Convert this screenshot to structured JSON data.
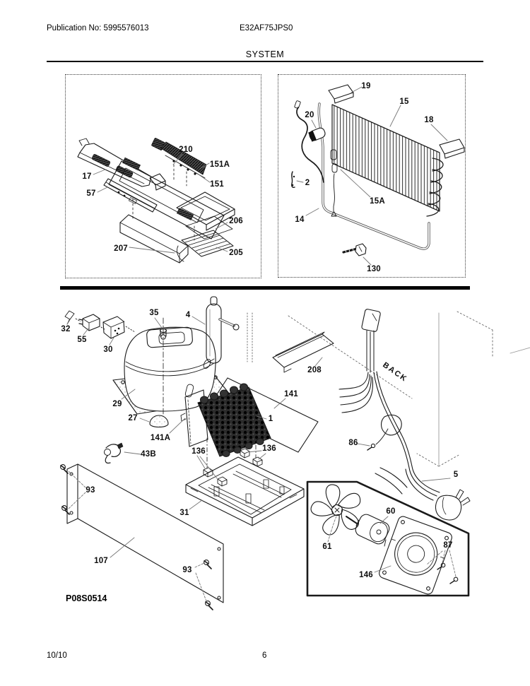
{
  "header": {
    "publication_no": "Publication No: 5995576013",
    "model_no": "E32AF75JPS0",
    "section_title": "SYSTEM"
  },
  "footer": {
    "revision": "10/10",
    "page_number": "6"
  },
  "diagram": {
    "id_code": "P08S0514",
    "back_label": "BACK",
    "panels": {
      "air_duct": {
        "title": "air duct / damper exploded view",
        "callouts": {
          "c17": "17",
          "c57": "57",
          "c151": "151",
          "c151A": "151A",
          "c205": "205",
          "c206": "206",
          "c207": "207",
          "c210": "210"
        }
      },
      "evaporator": {
        "title": "evaporator exploded view",
        "callouts": {
          "c2": "2",
          "c14": "14",
          "c15": "15",
          "c15A": "15A",
          "c18": "18",
          "c19": "19",
          "c20": "20",
          "c130": "130"
        }
      },
      "machine_compartment": {
        "title": "machine compartment exploded view",
        "callouts": {
          "c1": "1",
          "c4": "4",
          "c5": "5",
          "c27": "27",
          "c29": "29",
          "c30": "30",
          "c31": "31",
          "c32": "32",
          "c35": "35",
          "c43B": "43B",
          "c55": "55",
          "c86": "86",
          "c93": "93",
          "c107": "107",
          "c136": "136",
          "c141": "141",
          "c141A": "141A",
          "c208": "208"
        }
      },
      "condenser_fan": {
        "title": "condenser fan boxed inset",
        "callouts": {
          "c60": "60",
          "c61": "61",
          "c87": "87",
          "c146": "146"
        }
      }
    }
  },
  "colors": {
    "ink": "#1a1a1a",
    "leader_gray": "#888888",
    "phantom": "#666666"
  }
}
